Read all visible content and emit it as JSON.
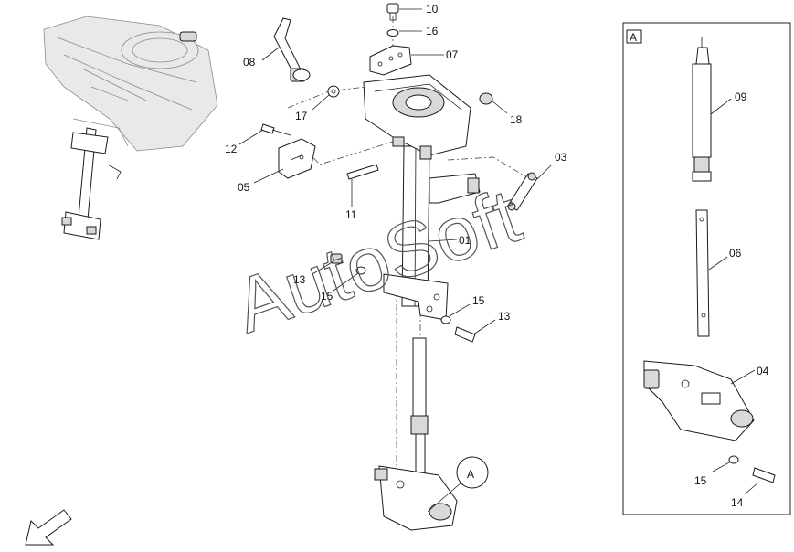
{
  "diagram": {
    "inset_label": "A",
    "callout_label": "A",
    "watermark": "AutoSoft",
    "part_labels": {
      "p10": "10",
      "p16": "16",
      "p07": "07",
      "p08": "08",
      "p17": "17",
      "p18": "18",
      "p12": "12",
      "p05": "05",
      "p11": "11",
      "p03": "03",
      "p01": "01",
      "p13a": "13",
      "p15a": "15",
      "p15b": "15",
      "p13b": "13",
      "p09": "09",
      "p06": "06",
      "p04": "04",
      "p15c": "15",
      "p14": "14"
    }
  }
}
